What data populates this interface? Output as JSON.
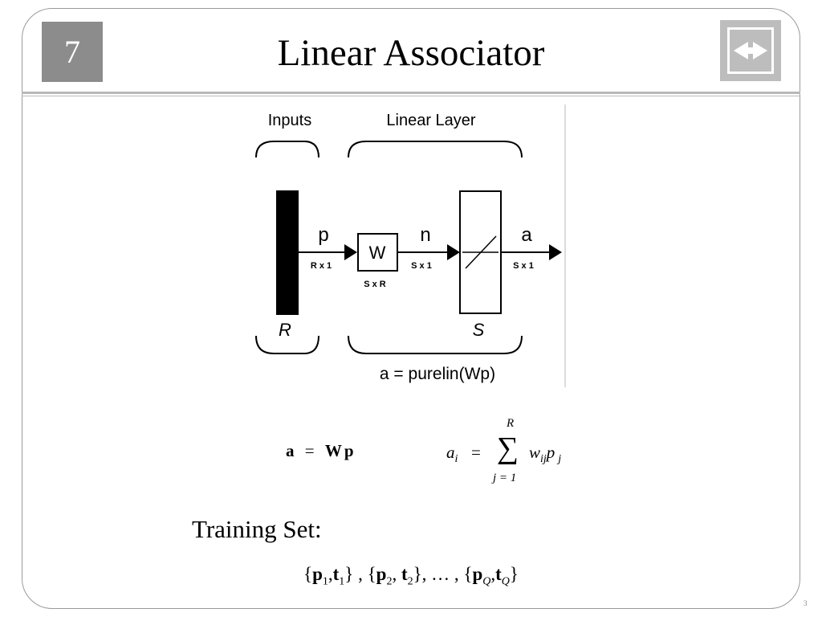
{
  "slide": {
    "chapter": "7",
    "title": "Linear Associator",
    "page_number": "3",
    "nav_icon": "back-forward-arrows-icon"
  },
  "diagram": {
    "inputs_label": "Inputs",
    "layer_label": "Linear Layer",
    "p_label": "p",
    "p_dim": "R x 1",
    "w_label": "W",
    "w_dim": "S x R",
    "n_label": "n",
    "n_dim": "S x 1",
    "a_label": "a",
    "a_dim": "S x 1",
    "r_label": "R",
    "s_label": "S",
    "transfer_eq": "a = purelin(Wp)"
  },
  "equations": {
    "matrix": {
      "lhs": "a",
      "equals": "=",
      "rhs": "Wp"
    },
    "scalar": {
      "lhs": "a",
      "lhs_sub": "i",
      "equals": "=",
      "sum_symbol": "∑",
      "sum_upper": "R",
      "sum_lower": "j = 1",
      "w": "w",
      "w_sub": "ij",
      "p": "p",
      "p_sub": "j"
    }
  },
  "training": {
    "label": "Training Set:",
    "open1": "{",
    "p1": "p",
    "p1_sub": "1",
    "comma1": ",",
    "t1": "t",
    "t1_sub": "1",
    "close1": "}",
    "sep1": " , ",
    "open2": "{",
    "p2": "p",
    "p2_sub": "2",
    "comma2": ", ",
    "t2": "t",
    "t2_sub": "2",
    "close2": "}",
    "sep2": ", … , ",
    "open3": "{",
    "pq": "p",
    "pq_sub": "Q",
    "comma3": ",",
    "tq": "t",
    "tq_sub": "Q",
    "close3": "}"
  }
}
